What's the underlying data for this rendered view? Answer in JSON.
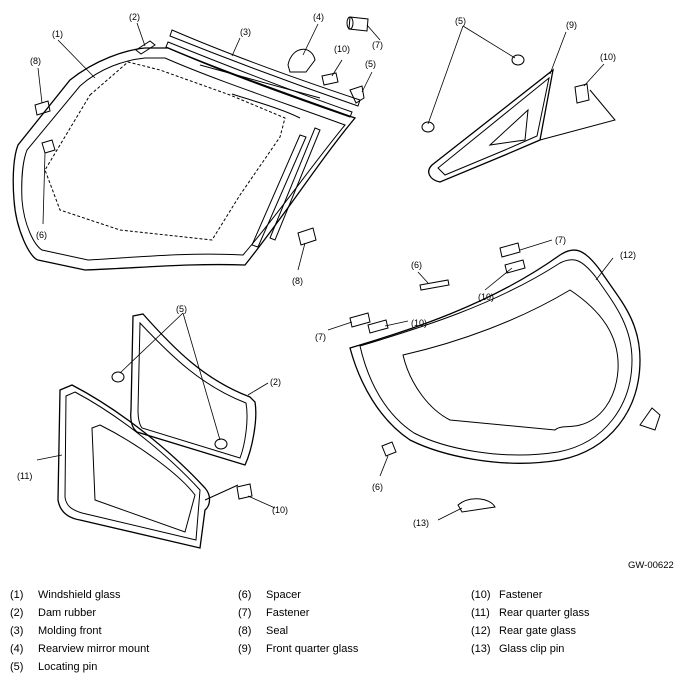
{
  "figure_id": "GW-00622",
  "callouts": {
    "n1": "(1)",
    "n2": "(2)",
    "n3": "(3)",
    "n4": "(4)",
    "n5": "(5)",
    "n6": "(6)",
    "n7": "(7)",
    "n8": "(8)",
    "n9": "(9)",
    "n10": "(10)",
    "n11": "(11)",
    "n12": "(12)",
    "n13": "(13)"
  },
  "legend": {
    "col1": [
      {
        "num": "(1)",
        "label": "Windshield glass"
      },
      {
        "num": "(2)",
        "label": "Dam rubber"
      },
      {
        "num": "(3)",
        "label": "Molding front"
      },
      {
        "num": "(4)",
        "label": "Rearview mirror mount"
      },
      {
        "num": "(5)",
        "label": "Locating pin"
      }
    ],
    "col2": [
      {
        "num": "(6)",
        "label": "Spacer"
      },
      {
        "num": "(7)",
        "label": "Fastener"
      },
      {
        "num": "(8)",
        "label": "Seal"
      },
      {
        "num": "(9)",
        "label": "Front quarter glass"
      }
    ],
    "col3": [
      {
        "num": "(10)",
        "label": "Fastener"
      },
      {
        "num": "(11)",
        "label": "Rear quarter glass"
      },
      {
        "num": "(12)",
        "label": "Rear gate glass"
      },
      {
        "num": "(13)",
        "label": "Glass clip pin"
      }
    ]
  }
}
